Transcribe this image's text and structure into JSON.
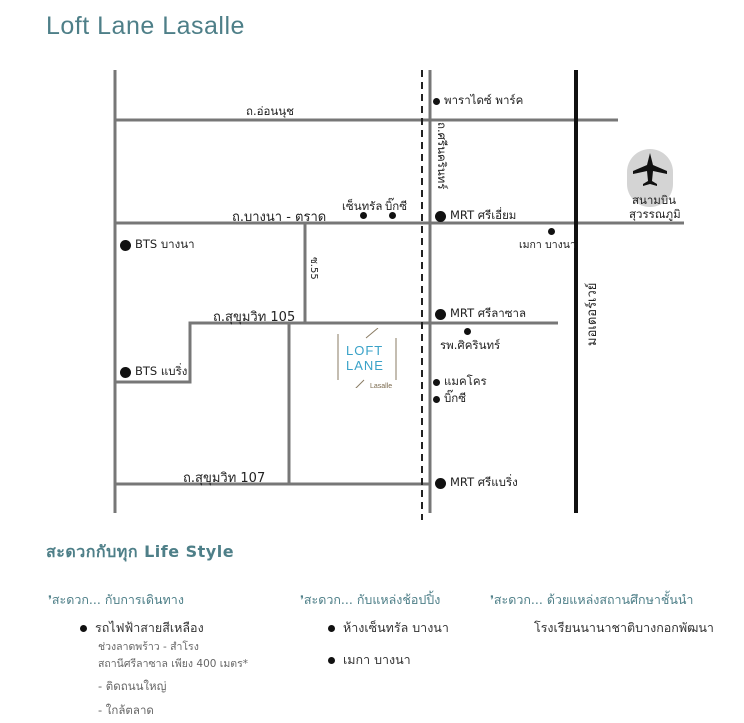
{
  "title": "Loft Lane Lasalle",
  "map": {
    "roads": {
      "onnut": "ถ.อ่อนนุช",
      "bangna_trat": "ถ.บางนา - ตราด",
      "sukhumvit105": "ถ.สุขุมวิท 105",
      "sukhumvit107": "ถ.สุขุมวิท 107",
      "srinakarin": "ถ.ศรีนครินทร์",
      "soi55": "ซ.55",
      "motorway": "มอเตอร์เวย์"
    },
    "places": {
      "paradise_park": "พาราไดซ์ พาร์ค",
      "central": "เซ็นทรัล",
      "bigc1": "บิ๊กซี",
      "mrt_sri_iam": "MRT ศรีเอี่ยม",
      "mega_bangna_map": "เมกา บางนา",
      "bts_bangna": "BTS บางนา",
      "bts_baering": "BTS แบริ่ง",
      "mrt_sri_la_salle": "MRT ศรีลาซาล",
      "hospital": "รพ.ศิครินทร์",
      "makro": "แมคโคร",
      "bigc2": "บิ๊กซี",
      "mrt_sri_baering": "MRT ศรีแบริ่ง",
      "airport": "สนามบิน สุวรรณภูมิ"
    },
    "logo": {
      "line1": "LOFT",
      "line2": "LANE",
      "line3": "Lasalle"
    }
  },
  "lifestyle": {
    "title": "สะดวกกับทุก Life Style",
    "col1": {
      "head": "สะดวก... กับการเดินทาง",
      "item": "รถไฟฟ้าสายสีเหลือง",
      "sub1": "ช่วงลาดพร้าว - สำโรง",
      "sub2": "สถานีศรีลาซาล  เพียง 400 เมตร*",
      "dash1": "- ติดถนนใหญ่",
      "dash2": "- ใกล้ตลาด"
    },
    "col2": {
      "head": "สะดวก... กับแหล่งช้อปปิ้ง",
      "item1": "ห้างเซ็นทรัล บางนา",
      "item2": "เมกา บางนา"
    },
    "col3": {
      "head": "สะดวก... ด้วยแหล่งสถานศึกษาชั้นนำ",
      "item1": "โรงเรียนนานาชาติบางกอกพัฒนา"
    }
  }
}
